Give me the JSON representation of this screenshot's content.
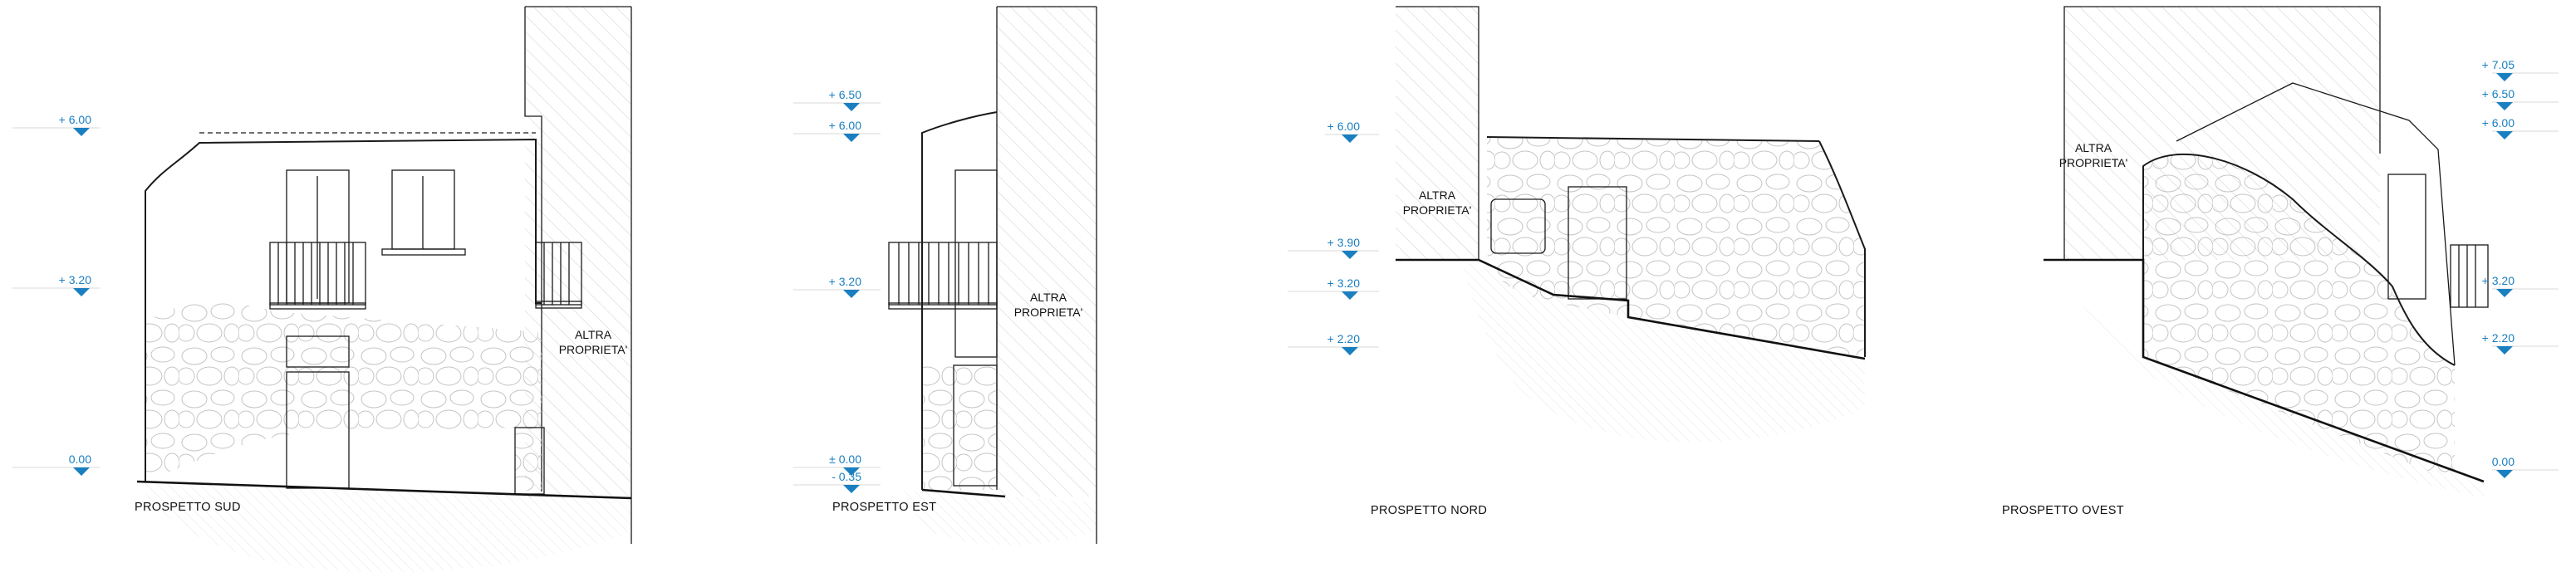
{
  "colors": {
    "level_marker": "#1a7fc0",
    "lines": "#1a1a1a",
    "hatch": "#cfcfcf",
    "stone": "#c4c4c4"
  },
  "elevations": [
    {
      "title": "PROSPETTO SUD",
      "neighbor_label": [
        "ALTRA",
        "PROPRIETA'"
      ],
      "levels": [
        {
          "label": "+ 6.00"
        },
        {
          "label": "+ 3.20"
        },
        {
          "label": "0.00"
        }
      ]
    },
    {
      "title": "PROSPETTO EST",
      "neighbor_label": [
        "ALTRA",
        "PROPRIETA'"
      ],
      "levels": [
        {
          "label": "+ 6.50"
        },
        {
          "label": "+ 6.00"
        },
        {
          "label": "+ 3.20"
        },
        {
          "label": "± 0.00"
        },
        {
          "label": "- 0.35"
        }
      ]
    },
    {
      "title": "PROSPETTO NORD",
      "neighbor_label": [
        "ALTRA",
        "PROPRIETA'"
      ],
      "levels": [
        {
          "label": "+ 6.00"
        },
        {
          "label": "+ 3.90"
        },
        {
          "label": "+ 3.20"
        },
        {
          "label": "+ 2.20"
        }
      ]
    },
    {
      "title": "PROSPETTO OVEST",
      "neighbor_label": [
        "ALTRA",
        "PROPRIETA'"
      ],
      "levels": [
        {
          "label": "+ 7.05"
        },
        {
          "label": "+ 6.50"
        },
        {
          "label": "+ 6.00"
        },
        {
          "label": "+ 3.20"
        },
        {
          "label": "+ 2.20"
        },
        {
          "label": "0.00"
        }
      ]
    }
  ]
}
